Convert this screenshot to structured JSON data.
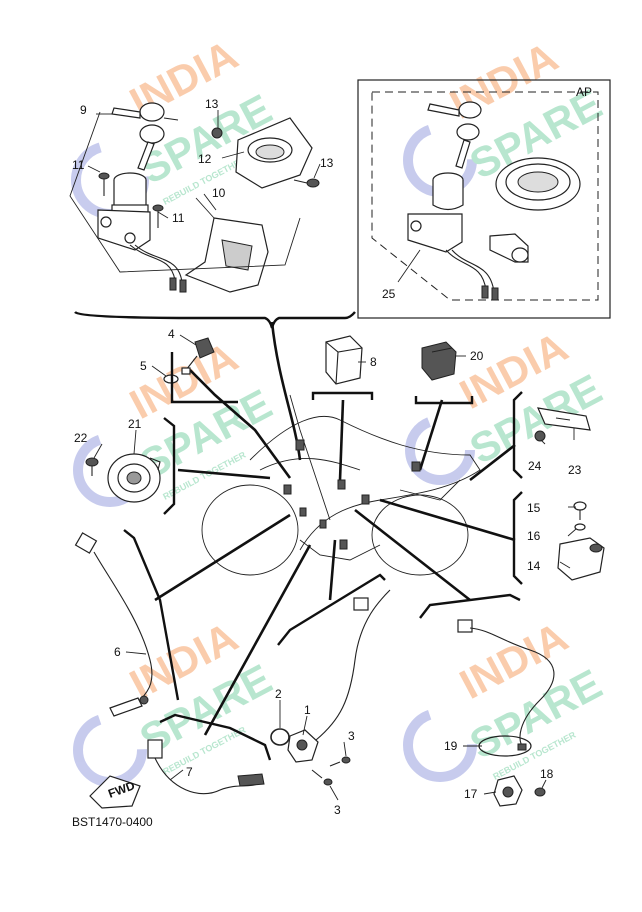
{
  "diagram": {
    "drawing_code": "BST1470-0400",
    "variant_box_label": "AP",
    "fwd_label": "FWD",
    "watermark": {
      "line1": "INDIA",
      "line2": "SPARE",
      "tagline": "REBUILD TOGETHER",
      "colors": {
        "orange": "#f6a46a",
        "green": "#7fd3a8",
        "blue": "#9aa2e0"
      }
    },
    "callouts": {
      "p1": "1",
      "p2": "2",
      "p3a": "3",
      "p3b": "3",
      "p4": "4",
      "p5": "5",
      "p6": "6",
      "p7": "7",
      "p8": "8",
      "p9": "9",
      "p10": "10",
      "p11a": "11",
      "p11b": "11",
      "p12": "12",
      "p13a": "13",
      "p13b": "13",
      "p14": "14",
      "p15": "15",
      "p16": "16",
      "p17": "17",
      "p18": "18",
      "p19": "19",
      "p20": "20",
      "p21": "21",
      "p22": "22",
      "p23": "23",
      "p24": "24",
      "p25": "25"
    }
  }
}
